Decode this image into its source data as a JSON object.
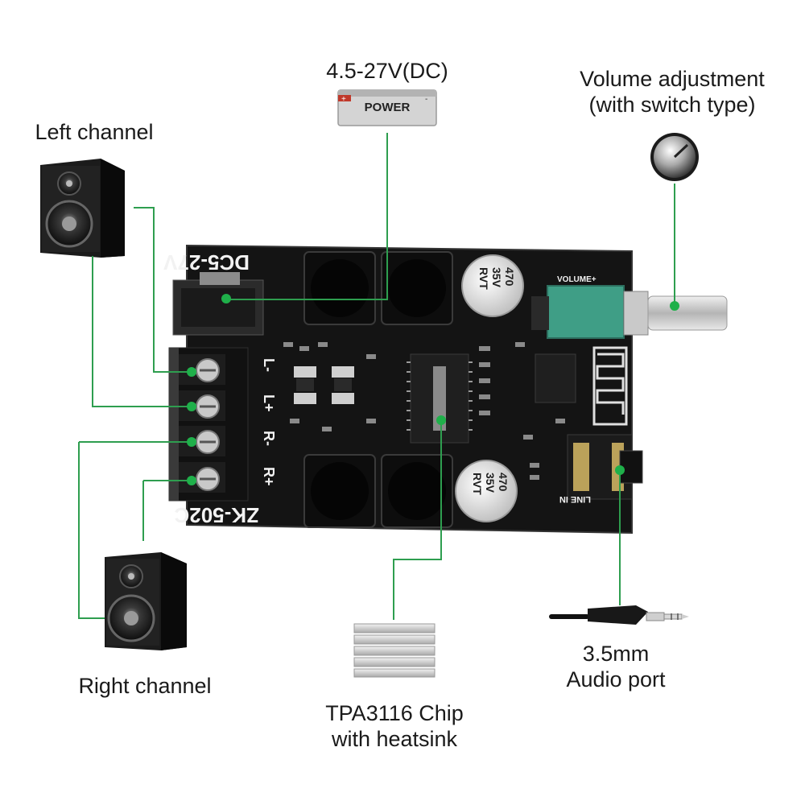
{
  "labels": {
    "power_voltage": "4.5-27V(DC)",
    "power_badge": "POWER",
    "volume_line1": "Volume adjustment",
    "volume_line2": "(with switch type)",
    "left_channel": "Left channel",
    "right_channel": "Right channel",
    "chip_line1": "TPA3116 Chip",
    "chip_line2": "with heatsink",
    "audio_line1": "3.5mm",
    "audio_line2": "Audio port"
  },
  "board": {
    "model": "ZK-502C",
    "input_rating": "DC5-27V",
    "terminals": [
      "L-",
      "L+",
      "R-",
      "R+"
    ],
    "capacitor_text": [
      "470",
      "35V",
      "RVT"
    ],
    "jack_label": "LINE IN",
    "pot_label": "VOLUME+"
  },
  "colors": {
    "leader_line": "#2e9e4f",
    "connection_dot": "#1fb04a",
    "pcb": "#141414",
    "potentiometer": "#3f9e86"
  },
  "icons": [
    "speaker-icon",
    "battery-icon",
    "knob-icon",
    "heatsink-icon",
    "audio-plug-icon"
  ]
}
